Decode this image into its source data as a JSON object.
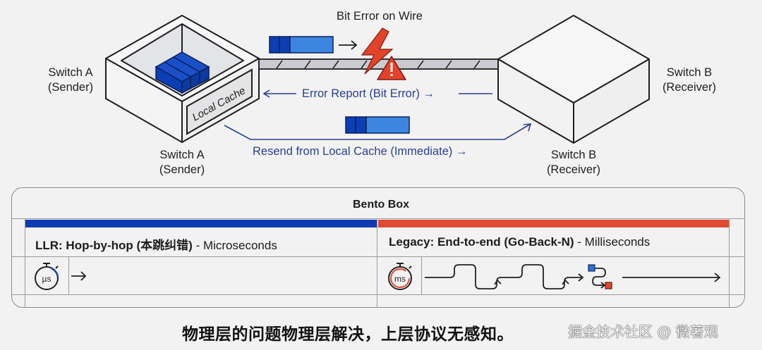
{
  "diagram": {
    "top_label": "Bit Error on Wire",
    "switch_a_side_label": [
      "Switch A",
      "(Sender)"
    ],
    "switch_a_bottom_label": [
      "Switch A",
      "(Sender)"
    ],
    "switch_b_side_label": [
      "Switch B",
      "(Receiver)"
    ],
    "switch_b_bottom_label": [
      "Switch B",
      "(Receiver)"
    ],
    "cache_label": "Local Cache",
    "error_report": "Error Report (Bit Error) →",
    "resend": "Resend from Local Cache (Immediate) →",
    "colors": {
      "dark_blue": "#0b3fb3",
      "light_blue": "#3d86e0",
      "error_red": "#e2432a",
      "line_blue": "#2a3f8f"
    }
  },
  "bento": {
    "title": "Bento Box",
    "left": {
      "bold": "LLR: Hop-by-hop (本跳纠错)",
      "rest": " - Microseconds",
      "timer_label": "µs",
      "bar_color": "#0a3cb0"
    },
    "right": {
      "bold": "Legacy: End-to-end (Go-Back-N)",
      "rest": " - Milliseconds",
      "timer_label": "ms",
      "bar_color": "#e04a33"
    }
  },
  "caption": "物理层的问题物理层解决，上层协议无感知。",
  "watermark": "掘金技术社区 @ 微著观"
}
